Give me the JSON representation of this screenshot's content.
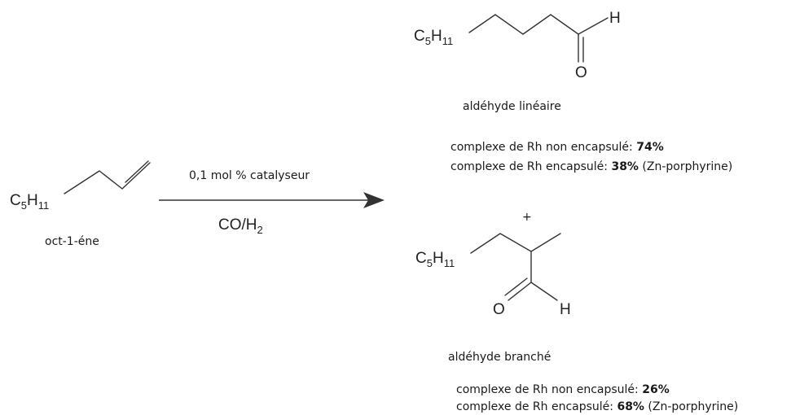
{
  "reactant": {
    "formula": {
      "main": "C",
      "sub1": "5",
      "h": "H",
      "sub2": "11"
    },
    "name": "oct-1-éne"
  },
  "arrow": {
    "above": "0,1 mol % catalyseur",
    "below": {
      "main": "CO/H",
      "sub": "2"
    }
  },
  "plus": "+",
  "product_linear": {
    "formula": {
      "main": "C",
      "sub1": "5",
      "h": "H",
      "sub2": "11"
    },
    "atom_h": "H",
    "atom_o": "O",
    "name": "aldéhyde linéaire",
    "line1": {
      "text": "complexe de Rh non encapsulé: ",
      "pct": "74%"
    },
    "line2": {
      "text": "complexe de Rh encapsulé: ",
      "pct": "38%",
      "suffix": " (Zn-porphyrine)"
    }
  },
  "product_branched": {
    "formula": {
      "main": "C",
      "sub1": "5",
      "h": "H",
      "sub2": "11"
    },
    "atom_h": "H",
    "atom_o": "O",
    "name": "aldéhyde branché",
    "line1": {
      "text": "complexe de Rh non encapsulé: ",
      "pct": "26%"
    },
    "line2": {
      "text": "complexe de Rh encapsulé: ",
      "pct": "68%",
      "suffix": " (Zn-porphyrine)"
    }
  }
}
